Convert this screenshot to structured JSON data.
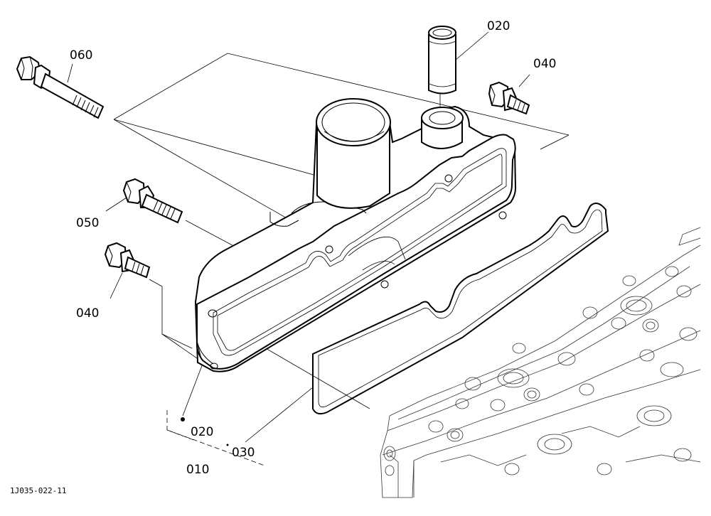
{
  "diagram_code": "1J035-022-11",
  "callouts": {
    "c020_top": "020",
    "c060": "060",
    "c040_top": "040",
    "c050": "050",
    "c040_left": "040",
    "c020_bottom": "020",
    "c030": "030",
    "c010": "010"
  }
}
